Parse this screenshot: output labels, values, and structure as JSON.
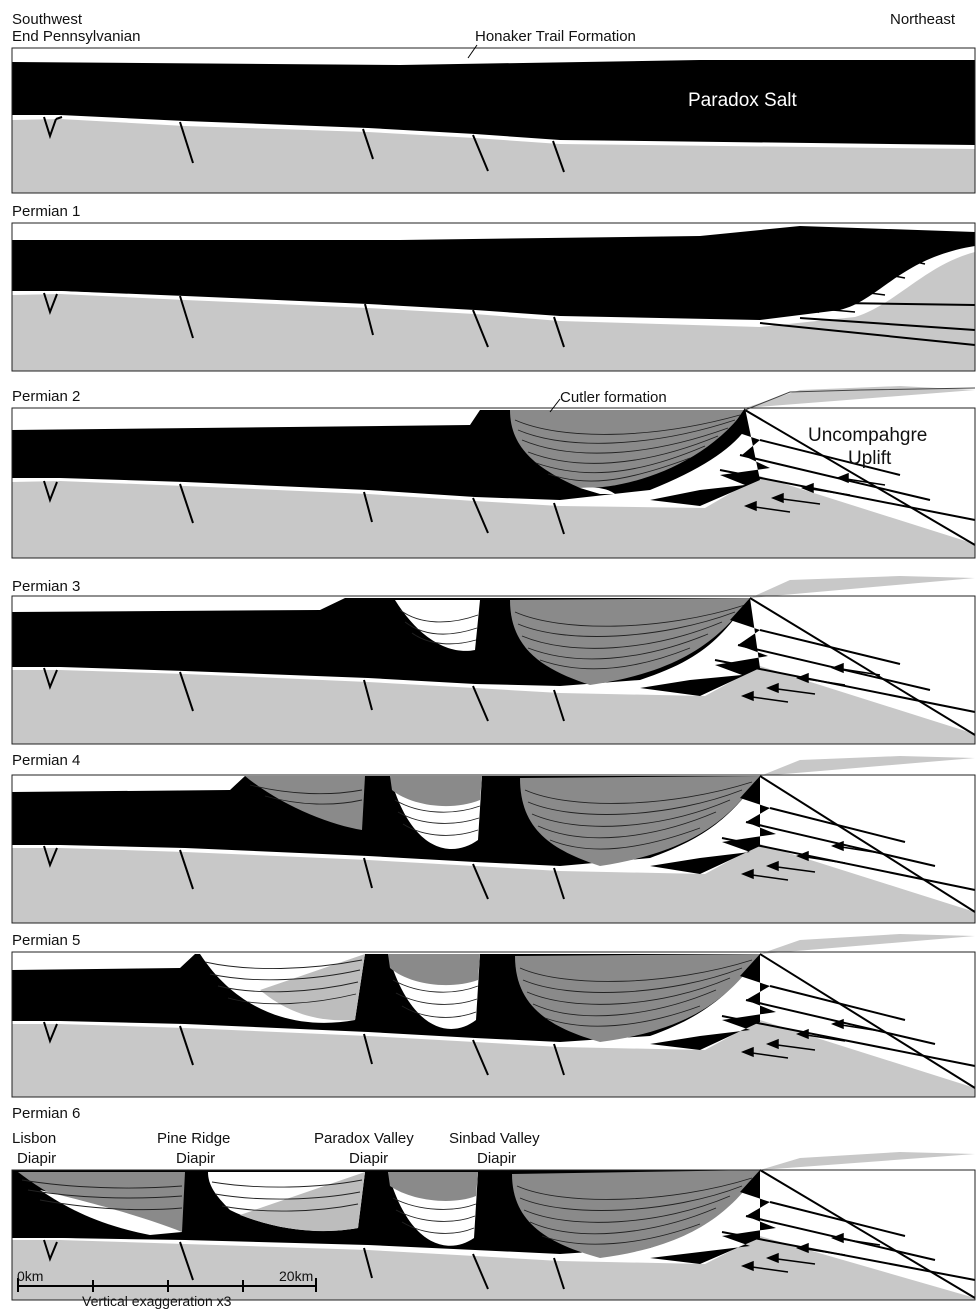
{
  "header": {
    "left_direction": "Southwest",
    "right_direction": "Northeast",
    "first_stage": "End Pennsylvanian",
    "top_formation": "Honaker Trail Formation"
  },
  "stages": [
    {
      "label": "End Pennsylvanian"
    },
    {
      "label": "Permian 1"
    },
    {
      "label": "Permian 2"
    },
    {
      "label": "Permian 3"
    },
    {
      "label": "Permian 4"
    },
    {
      "label": "Permian 5"
    },
    {
      "label": "Permian 6"
    }
  ],
  "units": {
    "salt": "Paradox Salt",
    "cutler": "Cutler formation",
    "uplift_line1": "Uncompahgre",
    "uplift_line2": "Uplift"
  },
  "diapirs": [
    {
      "name": "Lisbon",
      "suffix": "Diapir"
    },
    {
      "name": "Pine Ridge",
      "suffix": "Diapir"
    },
    {
      "name": "Paradox Valley",
      "suffix": "Diapir"
    },
    {
      "name": "Sinbad Valley",
      "suffix": "Diapir"
    }
  ],
  "scale_bar": {
    "start_label": "0km",
    "end_label": "20km",
    "note": "Vertical exaggeration x3"
  },
  "colors": {
    "basement": "#c8c8c8",
    "salt": "#000000",
    "cutler_dark": "#8a8a8a",
    "cutler_light": "#bdbdbd",
    "white": "#ffffff"
  }
}
